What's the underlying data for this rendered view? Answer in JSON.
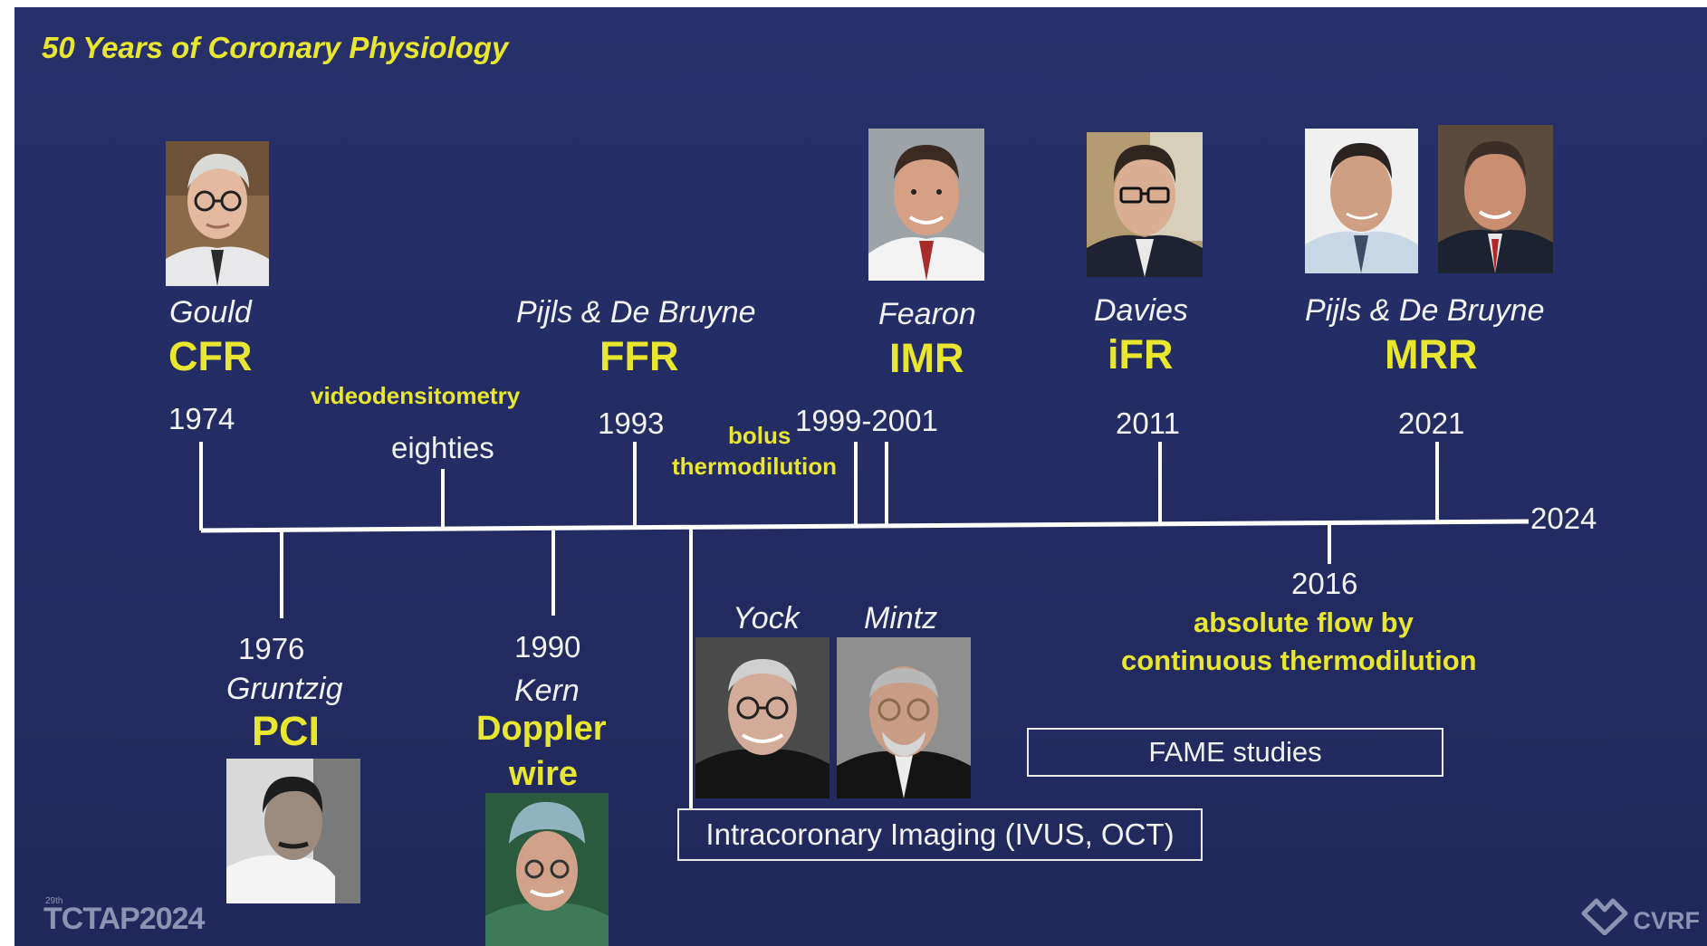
{
  "slide": {
    "title": "50 Years of Coronary Physiology",
    "end_year": "2024"
  },
  "milestones_top": [
    {
      "name": "Gould",
      "acronym": "CFR",
      "year": "1974"
    },
    {
      "name": "",
      "acronym": "",
      "note": "videodensitometry",
      "year": "eighties"
    },
    {
      "name": "Pijls & De Bruyne",
      "acronym": "FFR",
      "year": "1993"
    },
    {
      "name": "Fearon",
      "acronym": "IMR",
      "note": "bolus thermodilution",
      "year": "1999-2001"
    },
    {
      "name": "Davies",
      "acronym": "iFR",
      "year": "2011"
    },
    {
      "name": "Pijls & De Bruyne",
      "acronym": "MRR",
      "year": "2021"
    }
  ],
  "milestones_bottom": [
    {
      "year": "1976",
      "name": "Gruntzig",
      "acronym": "PCI"
    },
    {
      "year": "1990",
      "name": "Kern",
      "acronym_line1": "Doppler",
      "acronym_line2": "wire"
    },
    {
      "year": "2016",
      "note_line1": "absolute flow by",
      "note_line2": "continuous thermodilution"
    }
  ],
  "bolus": {
    "line1": "bolus",
    "line2": "thermodilution"
  },
  "imaging": {
    "names": [
      "Yock",
      "Mintz"
    ],
    "box_label": "Intracoronary Imaging (IVUS, OCT)"
  },
  "fame": {
    "box_label": "FAME studies"
  },
  "footer": {
    "sup": "29th",
    "event": "TCTAP2024",
    "logo": "CVRF"
  },
  "colors": {
    "background": "#252d65",
    "accent_yellow": "#e9e630",
    "text_white": "#f2f2f2",
    "line_white": "#ffffff"
  }
}
